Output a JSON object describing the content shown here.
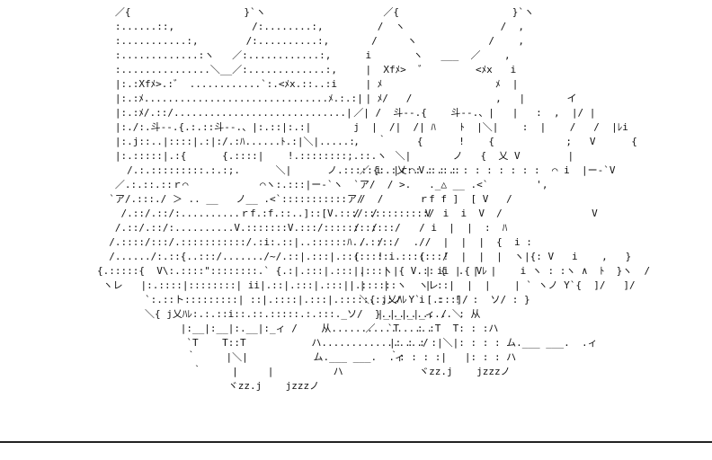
{
  "colors": {
    "background": "#ffffff",
    "ink": "#111111",
    "baseline": "#222222"
  },
  "art": {
    "left_cat": [
      "   ／{                   }`ヽ",
      "   :......::,             /:........:,",
      "   :...........:,        /:..........:,",
      "   :.............:ヽ   ／:............:,",
      "   :...............＼__／:.............:,",
      "   |:.:Xfﾒ>.:゛ ............`:.<ﾒx.::..:i",
      "   |:.:ﾒ...............................ﾒ.:.:|",
      "   |:.:ﾒ/.::/.............................|",
      "   |:./:.斗-‐.{.:.::斗-‐.、|:.::|:.:|",
      "   |:.j::..|::::|.:|:/.:ﾊ......ﾄ.:|＼|.....:",
      "   |:.:::::|.:{      {.::::|    !.::::::::;.::.ヽ",
      "     /.:.:::::::::.:.:;.      ＼|      ノ.:::::{:.:乂:.V.:.:.:",
      "   ／.:.::.::ｒ⌒            ⌒ヽ:.:::|ー‐`ヽ",
      "  `ア/.:::./ ＞ .. __   ノ__ .<`:::::::::::ア/",
      "    /.::/.::/:..........ｒf.:f.::..]::[V.:::/:::::::::::/",
      "   /.::/.::/:..........V.:::::::V.:::/::::::::::::/",
      "  /.::::/:::/.:::::::::::/.:i:.::|..::::::ﾊ...::::/",
      "  /....../:.::{..:::/......./~/.::|.:::|.::::::::i.:::::::/",
      "{.:::::{  V\\:.::::\"::::::::.` {.:|.:::|.:::|.:::ヽ|{ V.:: {  .{ Vﾚ",
      " ヽレ   |:.::::|::::::::| ii|.::|.:::|.:::||.::::::ヽ  ヽレ",
      "        `:.::ト:::::::::| ::|.::::|.:::|.:::::.:.:ノ Y` [.:::]/",
      "        ＼{ j乂ﾊﾚ:.:.::i::.::.:::::.:.:::._ソ/  }............＼",
      "              |:__|:__|:.__|:_ィ /    从.................",
      "               `T    T::T           ハ................./",
      "               ｀     |＼|           ム.___ ___.  .ィ",
      "                ｀     |     |          ハ",
      "                      ヾzz.j    jzzzノ"
    ],
    "right_cat": [
      "       ／{                   }`ヽ",
      "      /  ヽ                /  ,",
      "     /     ヽ            /    ,",
      "    i       ヽ   ___  ／    ,",
      "    |  Xfﾒ>  ゛        <ﾒx   i",
      "    | ﾒ                   ﾒ  |",
      "    | ﾒ/   /              ,   |       イ",
      "  ／| /  斗-‐.{    斗-‐.、|   |   :  ,  |/ |",
      "  j  |  /|  /| ﾊ    ﾄ  |＼|    :  |    /   /  |ﾚi",
      "  ,   ｀     {      !    {            ;   V      {",
      "         ＼|       ノ   {  乂 V        |",
      "   ／ i  |ｒ⌒: : : : : : : : : : :  ⌒ i  |ー‐`V",
      "  `ア/  / >.   ._△ __ .<`        ',",
      "   /  /      ｒf f ]  [ V   /",
      "  /  /        V  i  i  V  /               V",
      "  /  /       / i  |  |  :  ﾊ",
      "   /  /     .//  |  |  |  {  i :",
      "  {   !      {   !  |  |  |  ヽ|{: V   i    ,   }",
      "   |   |      | ii |  |  |    i ヽ : :ヽ ∧  ﾄ  }ヽ  /",
      "   |   |      | ::|  |  |    | ` ヽノ Y`{  ]/   ]/",
      "   ＼{ j乂ﾊﾚ  i  :  !  :  ソ/ : }",
      "      |_|_|_|_ィ /  : 从",
      "    ／  `T   : :T  T: : :ハ",
      "        |: : : :|＼|: : : : ム.___ ___.  .ィ",
      "        ｀: : : :|   |: : : ハ",
      "             ヾzz.j    jzzzノ"
    ]
  }
}
